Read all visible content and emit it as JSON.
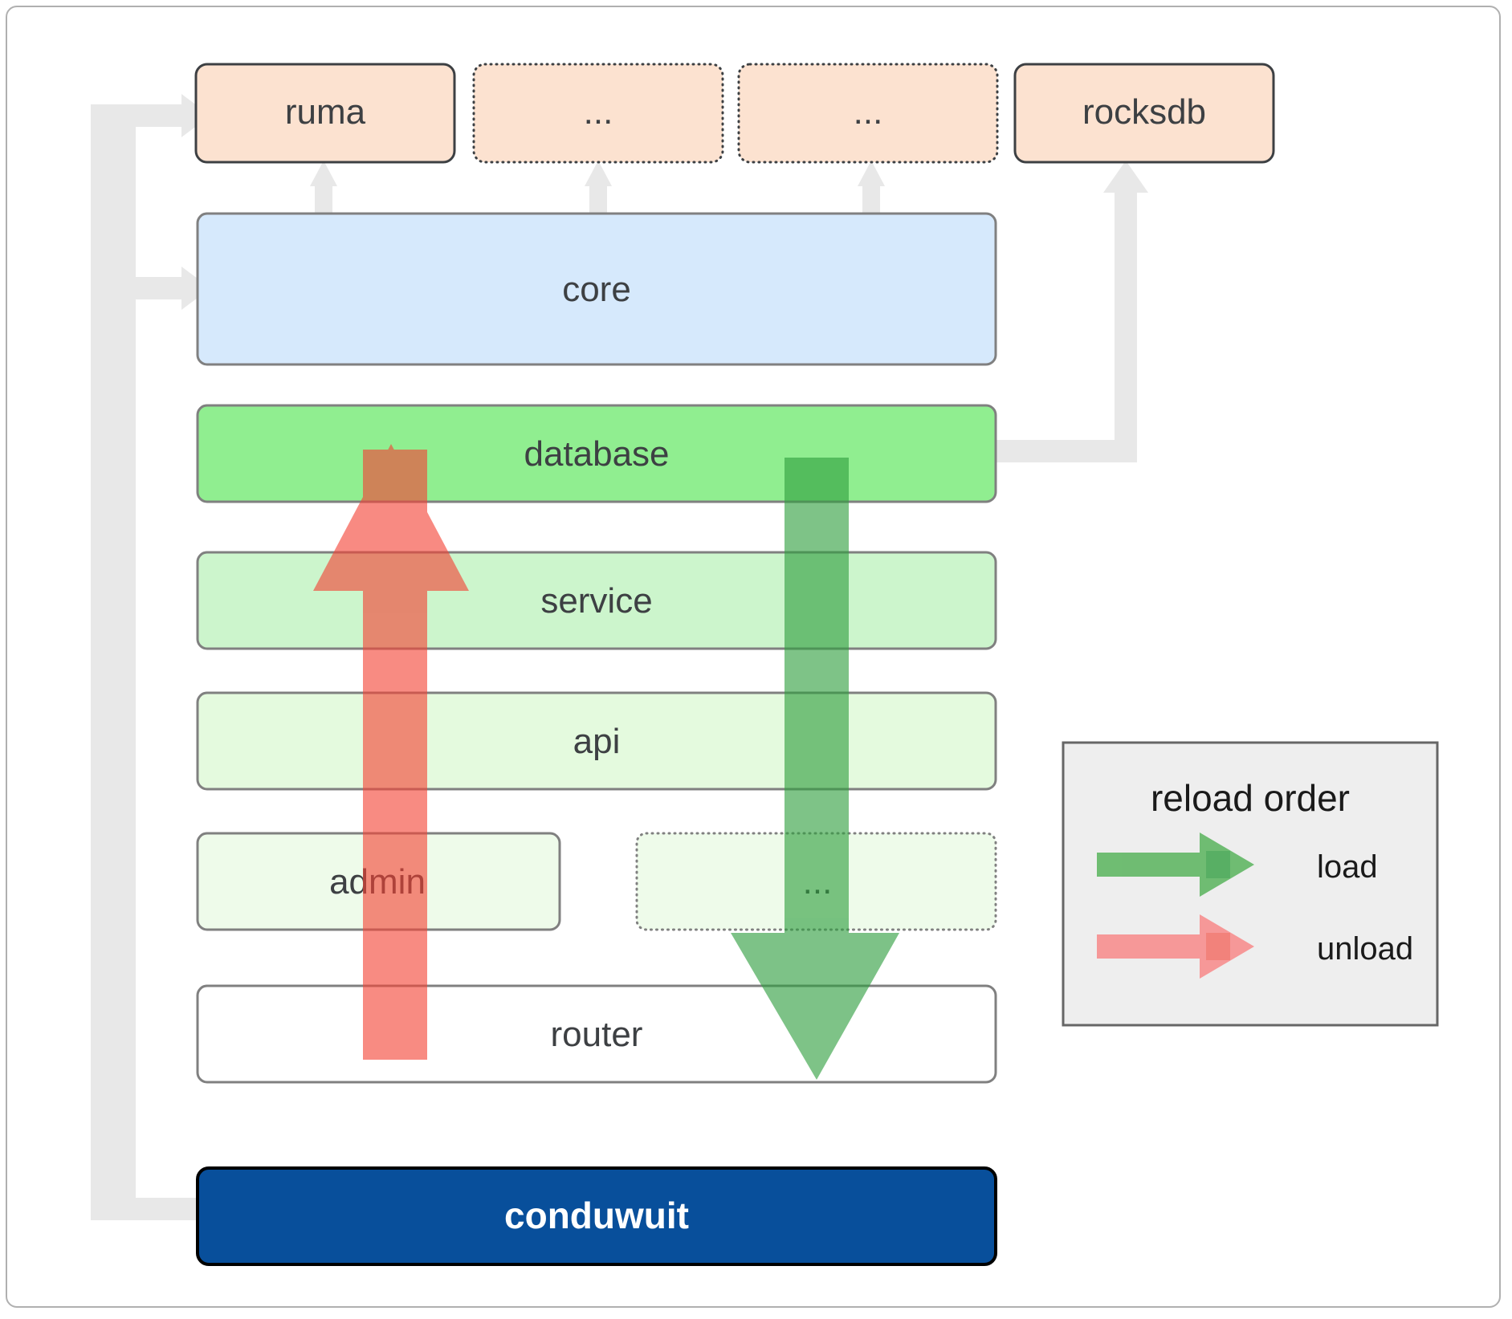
{
  "diagram": {
    "title": "conduwuit crate architecture / reload order",
    "top_dependencies": [
      {
        "label": "ruma",
        "style": "solid"
      },
      {
        "label": "...",
        "style": "dotted"
      },
      {
        "label": "...",
        "style": "dotted"
      },
      {
        "label": "rocksdb",
        "style": "solid"
      }
    ],
    "layers": [
      {
        "label": "core",
        "color": "#d6e9fc",
        "style": "solid"
      },
      {
        "label": "database",
        "color": "#90ee90",
        "style": "solid"
      },
      {
        "label": "service",
        "color": "#ccf5cc",
        "style": "solid"
      },
      {
        "label": "api",
        "color": "#e4fade",
        "style": "solid"
      }
    ],
    "split_row": [
      {
        "label": "admin",
        "color": "#eefbea",
        "style": "solid"
      },
      {
        "label": "...",
        "color": "#eefbea",
        "style": "dotted"
      }
    ],
    "router": {
      "label": "router",
      "color": "#ffffff",
      "style": "solid"
    },
    "root": {
      "label": "conduwuit",
      "color": "#084f9b",
      "text_color": "#ffffff"
    },
    "legend": {
      "title": "reload order",
      "entries": [
        {
          "label": "load",
          "color": "#4caf50"
        },
        {
          "label": "unload",
          "color": "#f98080"
        }
      ]
    },
    "colors": {
      "dependency_fill": "#fce2d0",
      "dependency_stroke": "#3d4043",
      "connector": "#e8e8e8",
      "box_stroke": "#808080",
      "legend_bg": "#eeeeee",
      "legend_stroke": "#666666",
      "load_arrow": "#4caf50",
      "unload_arrow": "#f98080",
      "frame_stroke": "#b0b0b0"
    }
  }
}
